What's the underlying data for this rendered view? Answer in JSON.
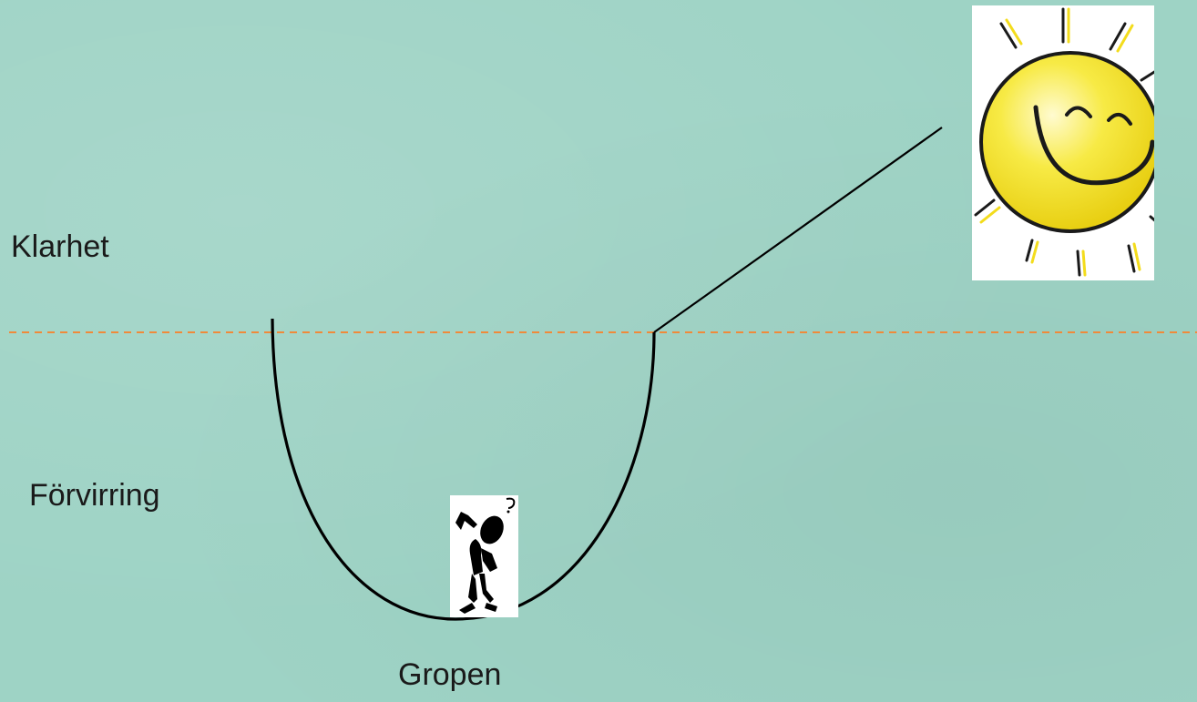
{
  "labels": {
    "clarity": "Klarhet",
    "confusion": "Förvirring",
    "pit": "Gropen"
  },
  "icons": {
    "sun": "smiling-sun-icon",
    "person": "confused-person-icon"
  },
  "colors": {
    "background": "#9ed3c5",
    "dashed_line": "#f08a3a",
    "curve": "#000000",
    "sun_face": "#f7e63a",
    "sun_rays": "#e8d21a"
  }
}
